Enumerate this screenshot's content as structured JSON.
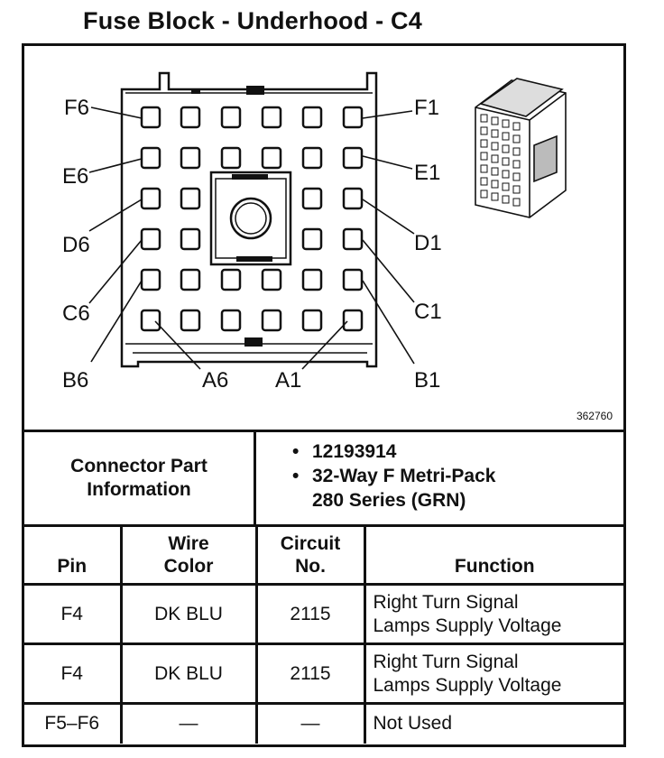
{
  "title": "Fuse Block - Underhood - C4",
  "figure_number": "362760",
  "pin_labels": {
    "F6": "F6",
    "E6": "E6",
    "D6": "D6",
    "C6": "C6",
    "B6": "B6",
    "A6": "A6",
    "F1": "F1",
    "E1": "E1",
    "D1": "D1",
    "C1": "C1",
    "B1": "B1",
    "A1": "A1"
  },
  "connector_info": {
    "label_line1": "Connector Part",
    "label_line2": "Information",
    "bullet": "•",
    "part_number": "12193914",
    "description_line1": "32-Way F Metri-Pack",
    "description_line2": "280 Series (GRN)"
  },
  "table": {
    "headers": {
      "pin": "Pin",
      "wire_color_line1": "Wire",
      "wire_color_line2": "Color",
      "circuit_line1": "Circuit",
      "circuit_line2": "No.",
      "function": "Function"
    },
    "rows": [
      {
        "pin": "F4",
        "wire_color": "DK BLU",
        "circuit": "2115",
        "function_line1": "Right Turn Signal",
        "function_line2": "Lamps Supply Voltage"
      },
      {
        "pin": "F4",
        "wire_color": "DK BLU",
        "circuit": "2115",
        "function_line1": "Right Turn Signal",
        "function_line2": "Lamps Supply Voltage"
      },
      {
        "pin": "F5–F6",
        "wire_color": "—",
        "circuit": "—",
        "function_line1": "Not Used",
        "function_line2": ""
      }
    ]
  }
}
